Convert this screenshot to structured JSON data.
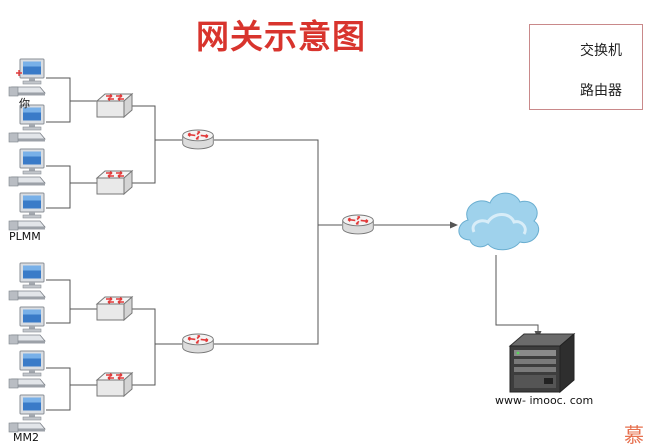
{
  "title": "网关示意图",
  "legend": {
    "switch_label": "交换机",
    "router_label": "路由器"
  },
  "labels": {
    "pc_you": "你",
    "pc_plmm": "PLMM",
    "pc_mm2": "MM2",
    "server": "www- imooc. com"
  },
  "corner_mark": "慕",
  "colors": {
    "title": "#d8342d",
    "legend_border": "#c9898a",
    "router_arrows": "#e23b3b",
    "line": "#555555"
  },
  "icons": [
    "computer-icon",
    "switch-icon",
    "router-icon",
    "cloud-icon",
    "server-icon"
  ]
}
